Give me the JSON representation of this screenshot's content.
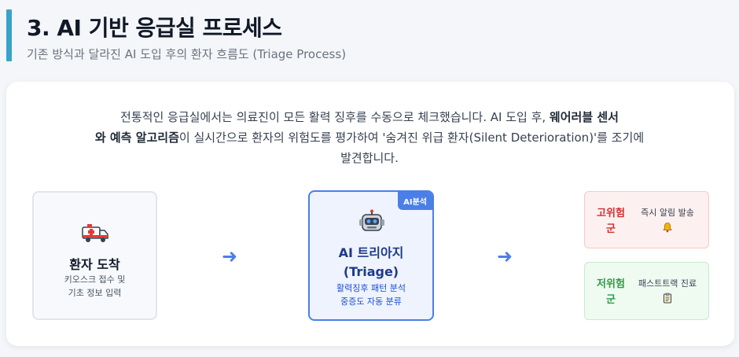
{
  "header": {
    "title": "3. AI 기반 응급실 프로세스",
    "subtitle": "기존 방식과 달라진 AI 도입 후의 환자 흐름도 (Triage Process)"
  },
  "intro": {
    "part1": "전통적인 응급실에서는 의료진이 모든 활력 징후를 수동으로 체크했습니다. AI 도입 후, ",
    "bold1": "웨어러블 센서",
    "part2": " ",
    "bold2": "와 예측 알고리즘",
    "part3": "이 실시간으로 환자의 위험도를 평가하여 '숨겨진 위급 환자(Silent Deterioration)'를 조기에 발견합니다."
  },
  "flow": {
    "arrival": {
      "title": "환자 도착",
      "desc_line1": "키오스크 접수 및",
      "desc_line2": "기초 정보 입력",
      "icon": "ambulance-icon"
    },
    "arrow_icon": "right-arrow-icon",
    "arrow_glyph": "➜",
    "ai": {
      "badge": "AI분석",
      "title_line1": "AI 트리아지",
      "title_line2": "(Triage)",
      "desc_line1": "활력징후 패턴 분석",
      "desc_line2": "중증도 자동 분류",
      "icon": "robot-icon"
    },
    "high_risk": {
      "label": "고위험군",
      "action": "즉시 알림 발송",
      "icon": "bell-icon"
    },
    "low_risk": {
      "label": "저위험군",
      "action": "패스트트랙 진료",
      "icon": "clipboard-icon"
    }
  },
  "colors": {
    "accent": "#38a3c9",
    "ai_blue": "#4a7fe8",
    "high_risk_red": "#d32f2f",
    "low_risk_green": "#2e9b45"
  }
}
